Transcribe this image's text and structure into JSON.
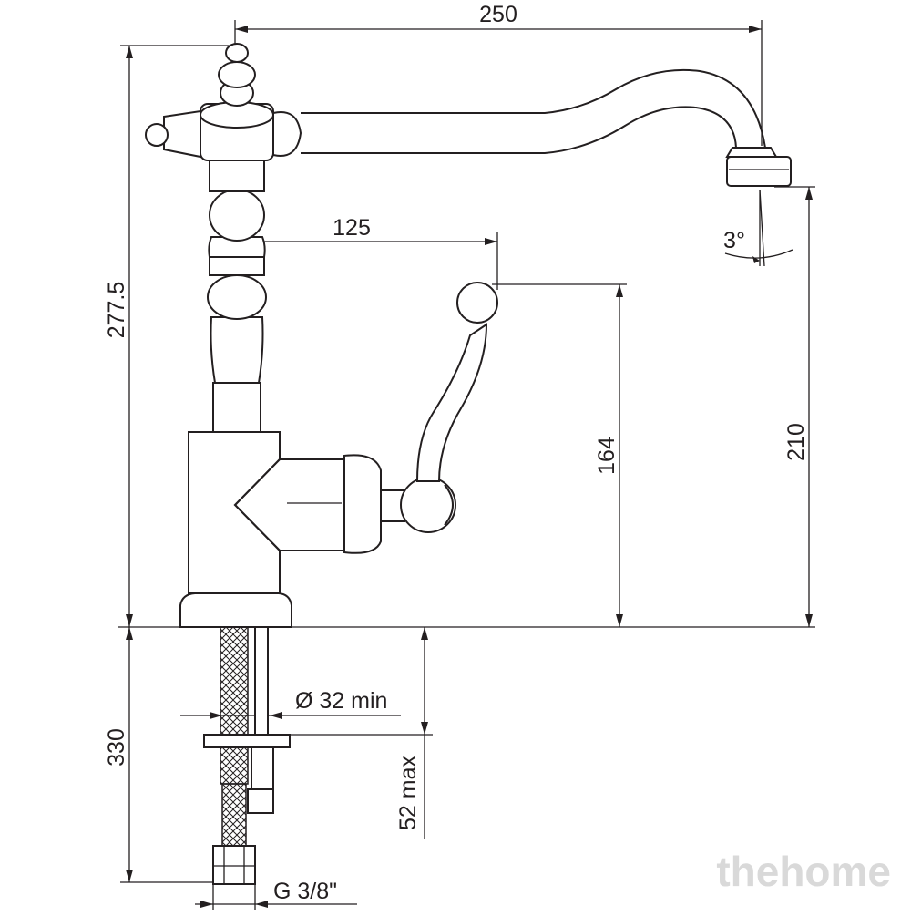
{
  "dimensions": {
    "overall_width": "250",
    "lever_reach": "125",
    "total_height": "277.5",
    "spout_height": "210",
    "lever_height": "164",
    "swivel_angle": "3°",
    "shank_length": "330",
    "hole_diameter": "Ø 32 min",
    "deck_thickness": "52 max",
    "connection": "G 3/8\""
  },
  "watermark": "thehome",
  "colors": {
    "line": "#231f20",
    "background": "#ffffff",
    "watermark": "#d9d9d9"
  }
}
